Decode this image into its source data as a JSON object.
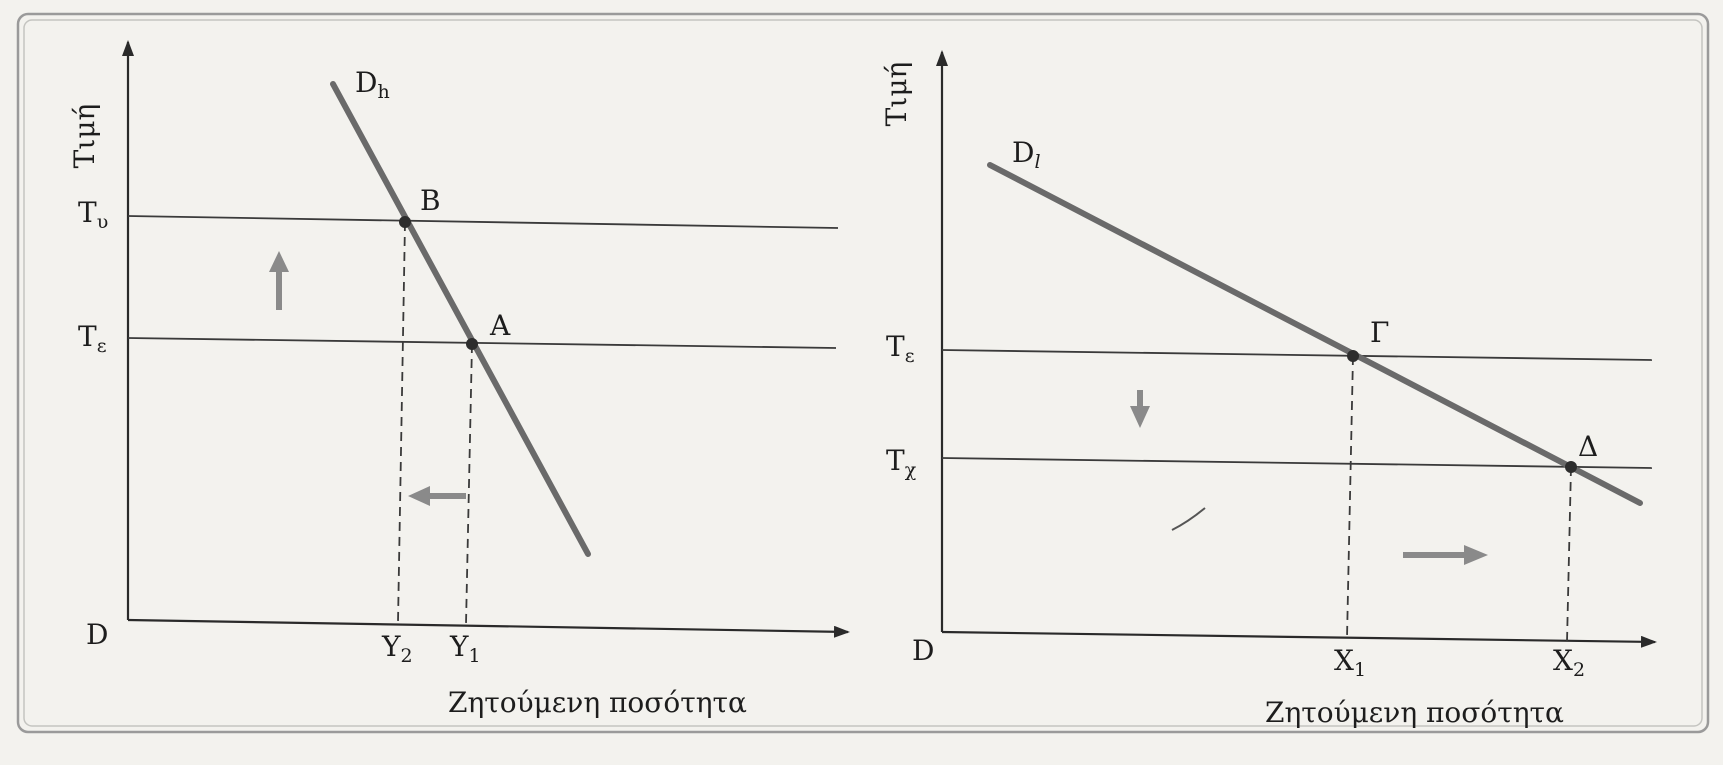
{
  "panels": [
    {
      "y_axis_label": "Τιμή",
      "x_axis_label": "Ζητούμενη ποσότητα",
      "origin_label": "D",
      "curve_label": {
        "main": "D",
        "sub": "h"
      },
      "price_levels": [
        {
          "main": "T",
          "sub": "υ"
        },
        {
          "main": "T",
          "sub": "ε"
        }
      ],
      "points": [
        "B",
        "A"
      ],
      "quantity_levels": [
        {
          "main": "Υ",
          "sub": "2"
        },
        {
          "main": "Υ",
          "sub": "1"
        }
      ]
    },
    {
      "y_axis_label": "Τιμή",
      "x_axis_label": "Ζητούμενη ποσότητα",
      "origin_label": "D",
      "curve_label": {
        "main": "D",
        "sub": "l"
      },
      "price_levels": [
        {
          "main": "T",
          "sub": "ε"
        },
        {
          "main": "T",
          "sub": "χ"
        }
      ],
      "points": [
        "Γ",
        "Δ"
      ],
      "quantity_levels": [
        {
          "main": "X",
          "sub": "1"
        },
        {
          "main": "X",
          "sub": "2"
        }
      ]
    }
  ]
}
